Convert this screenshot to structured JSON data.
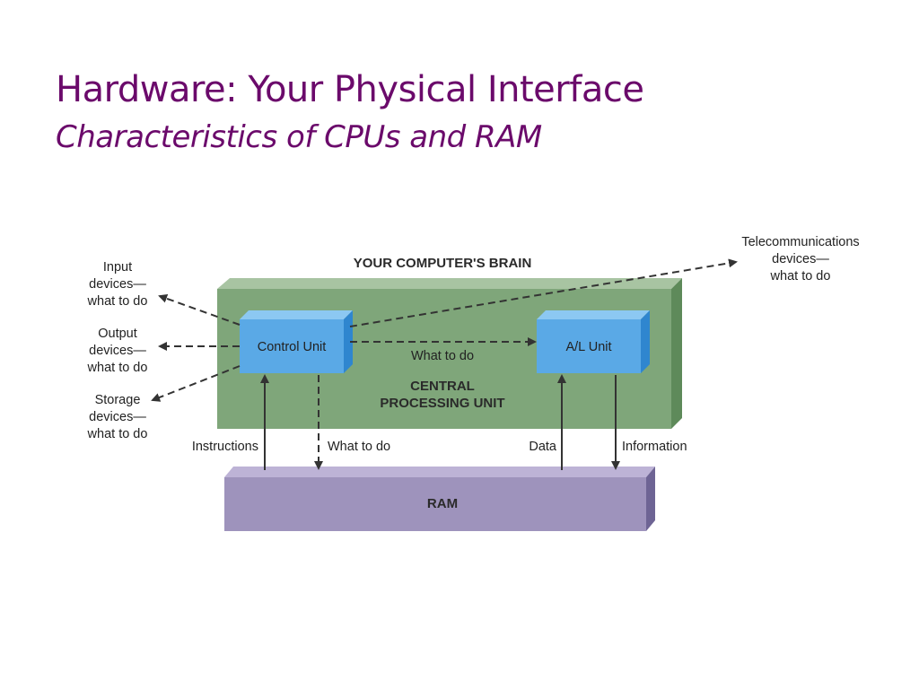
{
  "slide": {
    "title": "Hardware: Your Physical Interface",
    "subtitle": "Characteristics of CPUs and RAM"
  },
  "diagram": {
    "brain_heading": "YOUR COMPUTER'S BRAIN",
    "cpu_label_line1": "CENTRAL",
    "cpu_label_line2": "PROCESSING UNIT",
    "control_unit": "Control Unit",
    "al_unit": "A/L Unit",
    "ram": "RAM",
    "what_to_do_middle": "What to do",
    "instructions": "Instructions",
    "what_to_do_ram": "What to do",
    "data": "Data",
    "information": "Information",
    "input_devices": [
      "Input",
      "devices—",
      "what to do"
    ],
    "output_devices": [
      "Output",
      "devices—",
      "what to do"
    ],
    "storage_devices": [
      "Storage",
      "devices—",
      "what to do"
    ],
    "telecom_devices": [
      "Telecommunications",
      "devices—",
      "what to do"
    ],
    "colors": {
      "title": "#6b0a6b",
      "cpu_front": "#7fa67a",
      "cpu_top": "#a8c4a2",
      "cpu_side": "#5e8a5a",
      "unit_front": "#5aa9e6",
      "unit_top": "#8cc8f2",
      "unit_side": "#2f86cf",
      "ram_front": "#9e93bc",
      "ram_top": "#bdb3d6",
      "ram_side": "#6e6494",
      "arrow": "#333333"
    }
  }
}
